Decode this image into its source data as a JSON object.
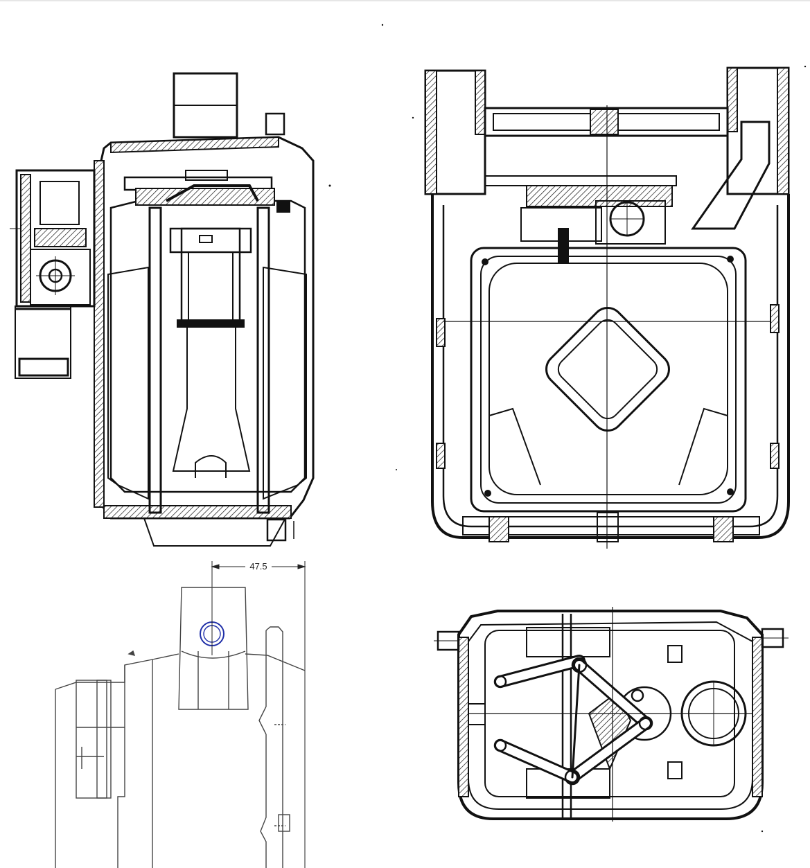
{
  "drawing": {
    "colors": {
      "line": "#111111",
      "paper": "#ffffff",
      "highlight_bore": "#1f2fa8"
    },
    "views": [
      {
        "id": "side-section-view"
      },
      {
        "id": "front-section-view"
      },
      {
        "id": "side-outline-view"
      },
      {
        "id": "top-section-view"
      }
    ],
    "dimensions": [
      {
        "id": "dim-47-5",
        "label": "47.5"
      }
    ]
  }
}
